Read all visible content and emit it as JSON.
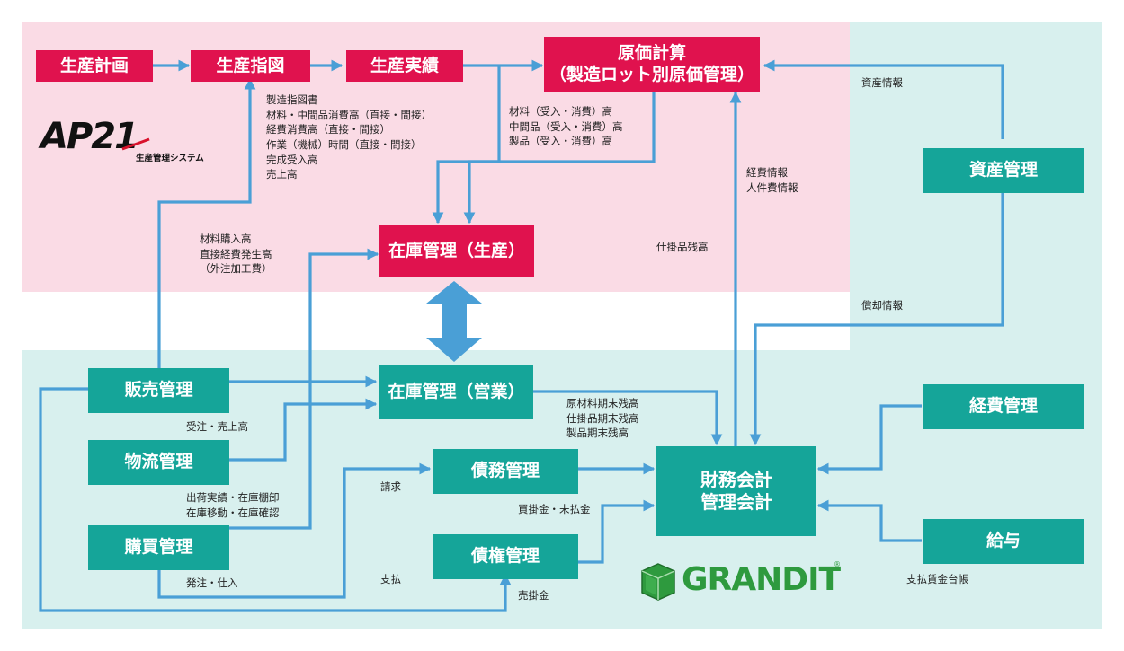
{
  "boxes": {
    "seisan_keikaku": "生産計画",
    "seisan_shizu": "生産指図",
    "seisan_jisseki": "生産実績",
    "genka_keisan_1": "原価計算",
    "genka_keisan_2": "（製造ロット別原価管理）",
    "zaiko_seisan": "在庫管理（生産）",
    "zaiko_eigyo": "在庫管理（営業）",
    "hanbai": "販売管理",
    "butsuryu": "物流管理",
    "kobai": "購買管理",
    "saimu": "債務管理",
    "saiken": "債権管理",
    "zaimu_1": "財務会計",
    "zaimu_2": "管理会計",
    "shisan": "資産管理",
    "keihi": "経費管理",
    "kyuyo": "給与"
  },
  "labels": {
    "shizu_info": [
      "製造指図書",
      "材料・中間品消費高（直接・間接）",
      "経費消費高（直接・間接）",
      "作業（機械）時間（直接・間接）",
      "完成受入高",
      "売上高"
    ],
    "genka_info": [
      "材料（受入・消費）高",
      "中間品（受入・消費）高",
      "製品（受入・消費）高"
    ],
    "shisan_joho": "資産情報",
    "keihi_joho": [
      "経費情報",
      "人件費情報"
    ],
    "shikakarihin": "仕掛品残高",
    "shokyaku": "償却情報",
    "zairyo_konyu": [
      "材料購入高",
      "直接経費発生高",
      "（外注加工費）"
    ],
    "juchu": "受注・売上高",
    "shukka": [
      "出荷実績・在庫棚卸",
      "在庫移動・在庫確認"
    ],
    "hacchu": "発注・仕入",
    "seikyu": "請求",
    "shiharai": "支払",
    "kaikake": "買掛金・未払金",
    "urikake": "売掛金",
    "kimatsu": [
      "原材料期末残高",
      "仕掛品期末残高",
      "製品期末残高"
    ],
    "chingin": "支払賃金台帳"
  },
  "logos": {
    "ap21_main": "AP21",
    "ap21_tag": "生産管理システム",
    "grandit": "GRANDIT",
    "grandit_mark": "®"
  },
  "colors": {
    "red_box": "#e0124e",
    "teal_box": "#15a599",
    "arrow": "#4a9fd6",
    "pink_zone": "#fadbe5",
    "teal_zone": "#d8f0ee"
  }
}
